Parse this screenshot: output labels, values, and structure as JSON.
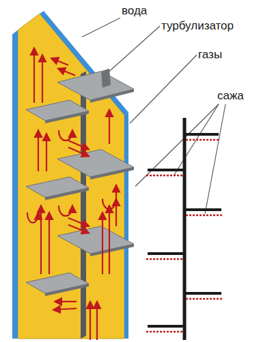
{
  "diagram": {
    "labels": [
      "вода",
      "турбулизатор",
      "газы",
      "сажа"
    ]
  }
}
